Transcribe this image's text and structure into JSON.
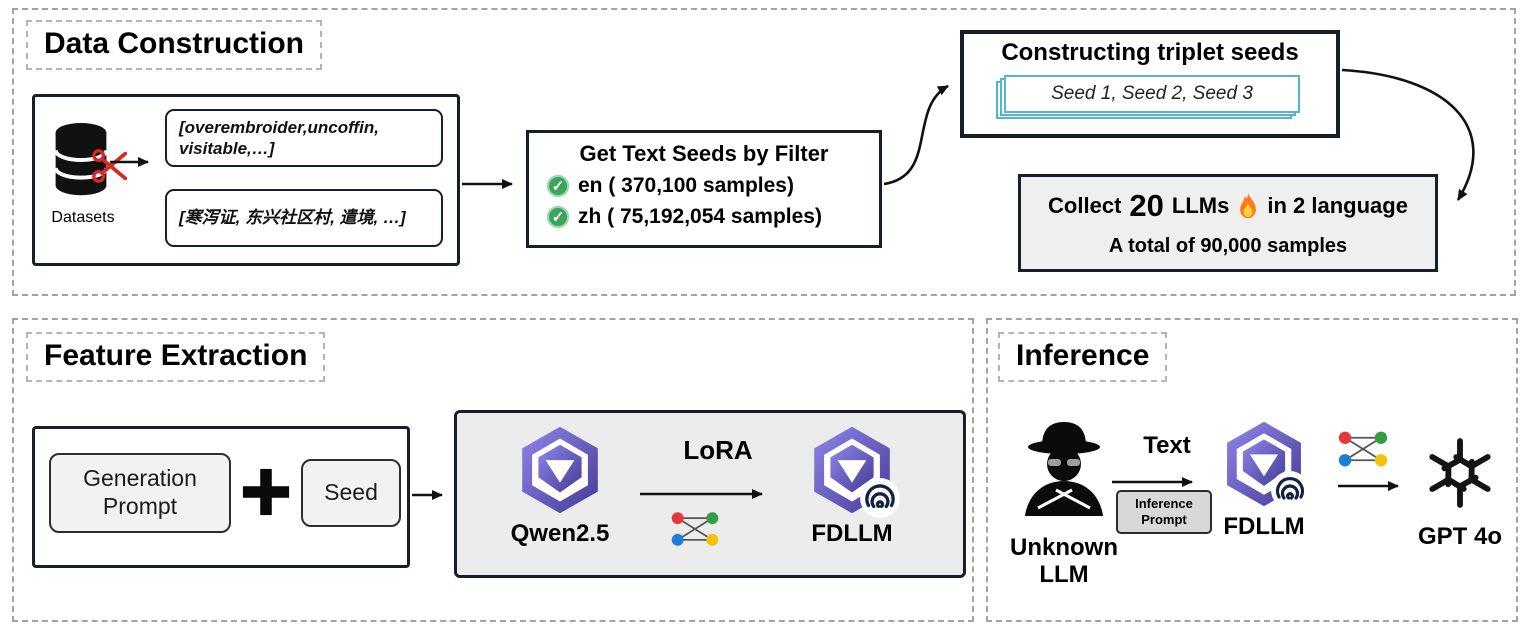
{
  "colors": {
    "box_border_dark": "#16202c",
    "dashed_gray": "#a3a3a3",
    "seed_sheet_blue": "#56b4d3",
    "check_green": "#3ba55d",
    "qwen_purple": "#5b4fc0",
    "flame_orange": "#ff7a1a",
    "panel_gray": "#ececec",
    "scissors_red": "#d62828"
  },
  "icons": {
    "database": "database-cylinder",
    "scissors": "red-scissors",
    "check": "green-check-circle",
    "flame": "fire",
    "plus": "heavy-plus",
    "neural_net": "colored-nodes-network",
    "spy": "incognito-agent",
    "qwen": "qwen-gem-logo",
    "fingerprint": "fingerprint-overlay",
    "openai": "openai-knot-logo"
  },
  "data_construction": {
    "title": "Data Construction",
    "datasets_label": "Datasets",
    "wordlist_en": "[overembroider,uncoffin, visitable,…]",
    "wordlist_zh": "[寒泻证, 东兴社区村, 遣境, …]",
    "filter_title": "Get Text Seeds by Filter",
    "filter_rows": [
      {
        "icon": "check-icon",
        "text": "en ( 370,100 samples)"
      },
      {
        "icon": "check-icon",
        "text": "zh ( 75,192,054 samples)"
      }
    ],
    "triplet_title": "Constructing triplet seeds",
    "triplet_seeds": "Seed 1, Seed 2, Seed 3",
    "collect_prefix": "Collect",
    "collect_count": "20",
    "collect_mid": "LLMs",
    "collect_suffix": "in 2 language",
    "collect_total": "A total of 90,000 samples"
  },
  "feature_extraction": {
    "title": "Feature Extraction",
    "generation_prompt": "Generation Prompt",
    "seed": "Seed",
    "base_model": "Qwen2.5",
    "method": "LoRA",
    "result_model": "FDLLM"
  },
  "inference": {
    "title": "Inference",
    "unknown_llm": "Unknown LLM",
    "text_label": "Text",
    "inference_prompt": "Inference Prompt",
    "model": "FDLLM",
    "judge": "GPT 4o"
  }
}
